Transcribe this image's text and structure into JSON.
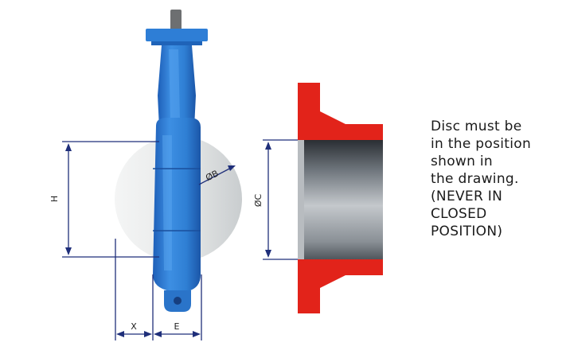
{
  "dimensions": {
    "h_label": "H",
    "b_label": "ØB",
    "c_label": "ØC",
    "x_label": "X",
    "e_label": "E"
  },
  "note": {
    "lines": [
      "Disc must be",
      "in the position",
      "shown in",
      "the drawing.",
      "(NEVER IN",
      "CLOSED",
      "POSITION)"
    ]
  },
  "colors": {
    "valve_body": "#2f7fd4",
    "flange": "#e2231a",
    "dimension_line": "#1f2f7a",
    "disc": "#e8eaea",
    "pipe_bore": "#5a6066"
  }
}
